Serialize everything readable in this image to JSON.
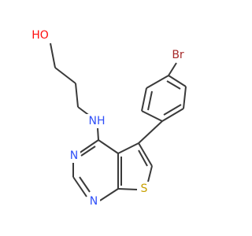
{
  "molecule": {
    "atoms": {
      "hydroxyl": {
        "text": "HO",
        "color": "#ff0d0d"
      },
      "amine": {
        "text": "NH",
        "color": "#3050f8"
      },
      "ring_n_top": {
        "text": "N",
        "color": "#3050f8"
      },
      "ring_n_bottom": {
        "text": "N",
        "color": "#3050f8"
      },
      "sulfur": {
        "text": "S",
        "color": "#c8a000"
      },
      "bromine": {
        "text": "Br",
        "color": "#a62929"
      }
    },
    "bond_color": "#3a3a3a"
  }
}
